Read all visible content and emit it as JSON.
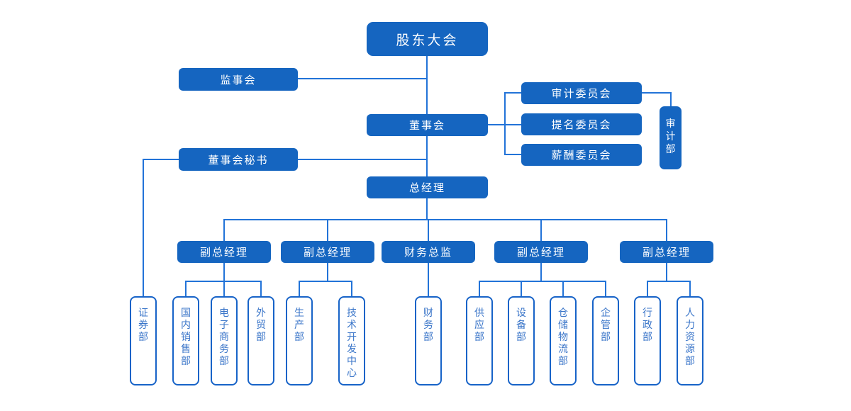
{
  "colors": {
    "background": "#ffffff",
    "node_fill": "#1565c0",
    "node_text": "#ffffff",
    "connector": "#2273d8",
    "dept_border": "#1763c8",
    "dept_text": "#3b76c9"
  },
  "org_chart": {
    "root": "股东大会",
    "supervisory_board": "监事会",
    "board": "董事会",
    "committees": [
      "审计委员会",
      "提名委员会",
      "薪酬委员会"
    ],
    "audit_department": "审计部",
    "board_secretary": "董事会秘书",
    "general_manager": "总经理",
    "executives": [
      "副总经理",
      "副总经理",
      "财务总监",
      "副总经理",
      "副总经理"
    ],
    "departments": [
      "证券部",
      "国内销售部",
      "电子商务部",
      "外贸部",
      "生产部",
      "技术开发中心",
      "财务部",
      "供应部",
      "设备部",
      "仓储物流部",
      "企管部",
      "行政部",
      "人力资源部"
    ]
  }
}
